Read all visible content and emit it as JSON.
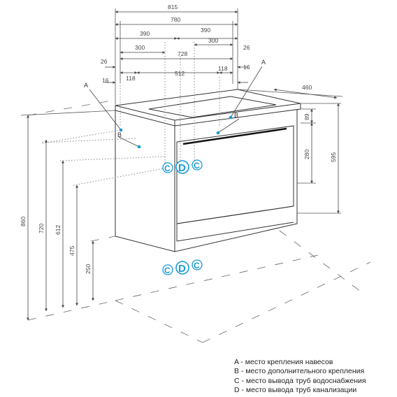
{
  "dimensions": {
    "top": [
      "815",
      "780",
      "390",
      "390",
      "300",
      "728",
      "300",
      "26",
      "26",
      "118",
      "512",
      "118",
      "16",
      "16"
    ],
    "depth": "460",
    "right": [
      "89",
      "280",
      "595"
    ],
    "left": [
      "860",
      "720",
      "612",
      "475",
      "250"
    ]
  },
  "labels": {
    "a": "A",
    "b": "B"
  },
  "markers": {
    "c": "C",
    "d": "D"
  },
  "legend": [
    "A - место крепления навесов",
    "B - место дополнительного крепления",
    "C - место вывода труб водоснабжения",
    "D - место вывода труб канализации"
  ],
  "colors": {
    "marker": "#1a9ad6",
    "line": "#333333",
    "dots": "#888888"
  }
}
